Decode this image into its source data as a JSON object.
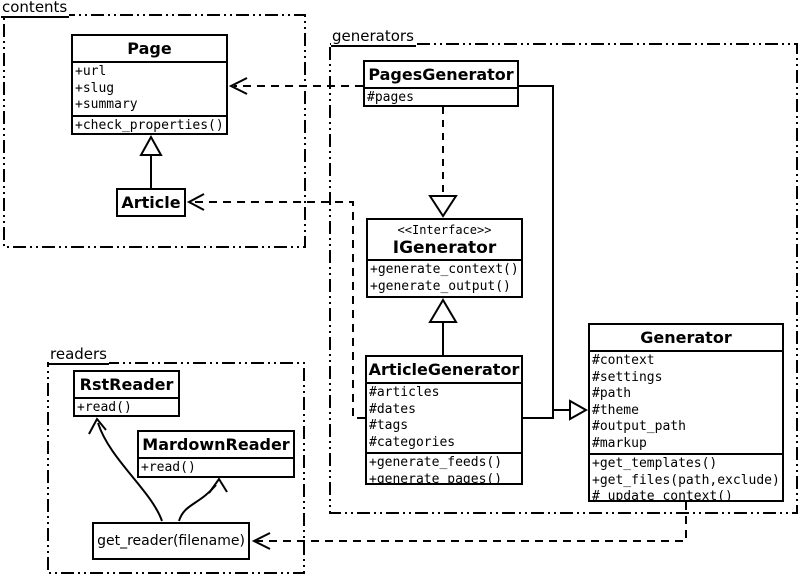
{
  "colors": {
    "line": "#000000",
    "background": "#ffffff",
    "box_fill": "#ffffff"
  },
  "packages": {
    "contents": {
      "label": "contents"
    },
    "generators": {
      "label": "generators"
    },
    "readers": {
      "label": "readers"
    }
  },
  "classes": {
    "page": {
      "title": "Page",
      "attributes": [
        "+url",
        "+slug",
        "+summary"
      ],
      "methods": [
        "+check_properties()"
      ]
    },
    "article": {
      "title": "Article",
      "attributes": [],
      "methods": []
    },
    "pages_generator": {
      "title": "PagesGenerator",
      "attributes": [
        "#pages"
      ],
      "methods": []
    },
    "igenerator": {
      "stereotype": "<<Interface>>",
      "title": "IGenerator",
      "attributes": [],
      "methods": [
        "+generate_context()",
        "+generate_output()"
      ]
    },
    "article_generator": {
      "title": "ArticleGenerator",
      "attributes": [
        "#articles",
        "#dates",
        "#tags",
        "#categories"
      ],
      "methods": [
        "+generate_feeds()",
        "+generate_pages()"
      ]
    },
    "generator": {
      "title": "Generator",
      "attributes": [
        "#context",
        "#settings",
        "#path",
        "#theme",
        "#output_path",
        "#markup"
      ],
      "methods": [
        "+get_templates()",
        "+get_files(path,exclude)",
        "#_update_context()"
      ]
    },
    "rst_reader": {
      "title": "RstReader",
      "attributes": [],
      "methods": [
        "+read()"
      ]
    },
    "mardown_reader": {
      "title": "MardownReader",
      "attributes": [],
      "methods": [
        "+read()"
      ]
    }
  },
  "functions": {
    "get_reader": {
      "label": "get_reader(filename)"
    }
  },
  "relations": [
    {
      "from": "Article",
      "to": "Page",
      "type": "inheritance"
    },
    {
      "from": "PagesGenerator",
      "to": "Page",
      "type": "dependency"
    },
    {
      "from": "ArticleGenerator",
      "to": "Article",
      "type": "dependency"
    },
    {
      "from": "PagesGenerator",
      "to": "IGenerator",
      "type": "realization"
    },
    {
      "from": "ArticleGenerator",
      "to": "IGenerator",
      "type": "inheritance"
    },
    {
      "from": "PagesGenerator",
      "to": "Generator",
      "type": "inheritance"
    },
    {
      "from": "ArticleGenerator",
      "to": "Generator",
      "type": "inheritance"
    },
    {
      "from": "Generator",
      "to": "get_reader",
      "type": "dependency"
    },
    {
      "from": "get_reader",
      "to": "RstReader",
      "type": "call"
    },
    {
      "from": "get_reader",
      "to": "MardownReader",
      "type": "call"
    }
  ]
}
